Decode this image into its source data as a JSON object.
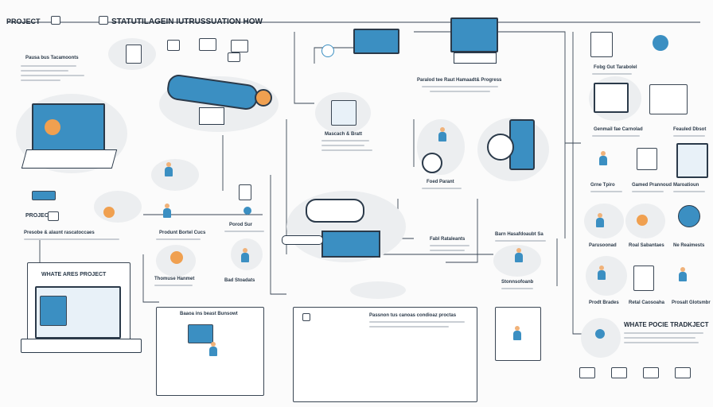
{
  "header": {
    "project_label": "PROJECT",
    "main_title": "STATUTILAGEIN IUTRUSSUATION HOW"
  },
  "left_column": {
    "top_label": "Pausa bus Tacamoonts",
    "mid_label": "Presobe & alaunt rascatoccaes",
    "frame_title": "WHATE ARES PROJECT",
    "badge_project": "PROJECT"
  },
  "center_labels": {
    "produced_label": "Paralod tee Raut Hamaadt& Progress",
    "mascatt_label": "Mascach & Bratt",
    "product_label": "Produnt Bortel Cucs",
    "porad_label": "Porod Sur",
    "thomuse_label": "Thomuse Hanmet",
    "bad_label": "Bad Stoadats",
    "food_label": "Foed Parant",
    "fabi_label": "Fabl Rataleants",
    "barn_label": "Barn Hasafdoaubt Sa",
    "stone_label": "Stonnsofoanb",
    "panel_left_title": "Baaoa ins beast Bunsowt",
    "panel_mid_title": "Passnon tus canoas condioaz proctas"
  },
  "right_column": {
    "top_label": "Fobg Gut Tarabolel",
    "general_label": "Genmail fae Carnolad",
    "feated_label": "Feauled Dbsot",
    "grne_label": "Grne Tpiro",
    "gameno_label": "Gamed Prannoud",
    "maroes_label": "Maroatioun",
    "pundsaoad_label": "Parusoonad",
    "roal_label": "Roal Sabantaes",
    "ne_label": "Ne Reaimests",
    "prodt_label": "Prodt Brades",
    "retat_label": "Retal Caosoaha",
    "prosalt_label": "Prosalt Glotsmbr",
    "frame_title": "WHATE POCIE TRADKJECT"
  },
  "colors": {
    "accent_blue": "#3b8fc2",
    "accent_orange": "#f0a050",
    "ink": "#2b3a4a",
    "blob": "#eceef0"
  }
}
